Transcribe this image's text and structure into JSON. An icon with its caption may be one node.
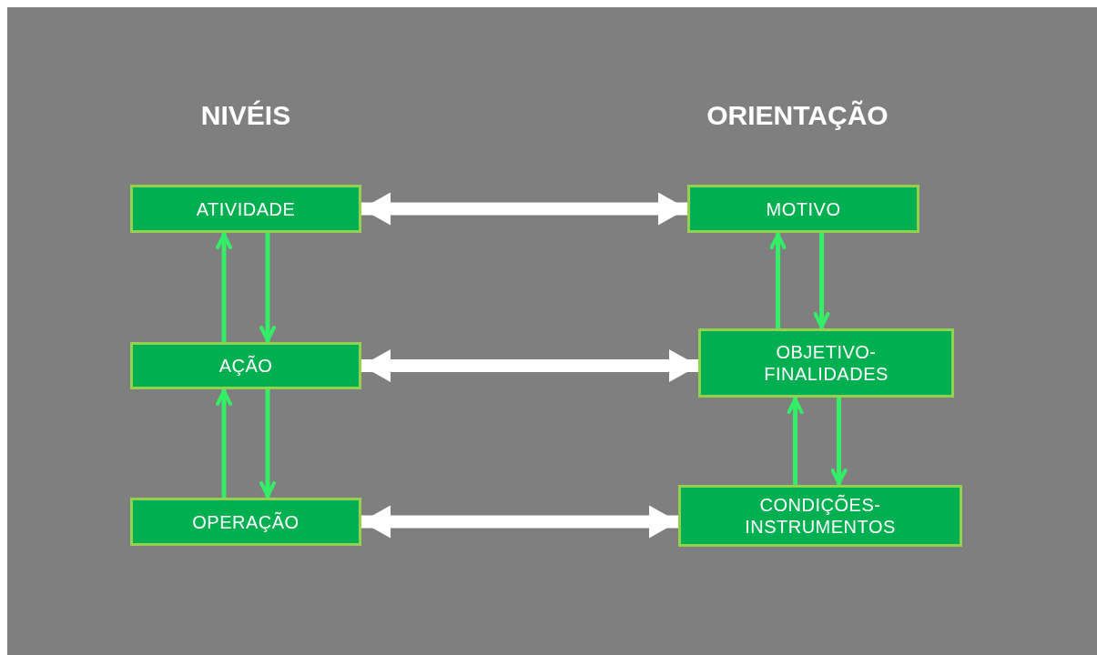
{
  "diagram": {
    "nodes": [
      {
        "text": [
          "ATIVIDADE"
        ]
      },
      {
        "text": [
          "MOTIVO"
        ]
      },
      {
        "text": [
          "AÇÃO"
        ]
      },
      {
        "text": [
          "OBJETIVO- FINALIDADES"
        ]
      },
      {
        "text": [
          "OPERAÇÃO"
        ]
      },
      {
        "text": [
          "CONDIÇÕES- INSTRUMENTOS"
        ]
      }
    ],
    "edges": [
      {
        "from": 0,
        "to": 1,
        "arrow": "both",
        "style": "thick",
        "color": "#ffffff"
      },
      {
        "from": 2,
        "to": 0,
        "arrow": "to"
      },
      {
        "from": 0,
        "to": 2,
        "arrow": "to"
      },
      {
        "from": 3,
        "to": 1,
        "arrow": "to"
      },
      {
        "from": 1,
        "to": 3,
        "arrow": "to"
      },
      {
        "from": 2,
        "to": 3,
        "arrow": "both",
        "style": "thick",
        "color": "#ffffff"
      },
      {
        "from": 4,
        "to": 2,
        "arrow": "to"
      },
      {
        "from": 2,
        "to": 4,
        "arrow": "to"
      },
      {
        "from": 5,
        "to": 3,
        "arrow": "to"
      },
      {
        "from": 3,
        "to": 5,
        "arrow": "to"
      },
      {
        "from": 4,
        "to": 5,
        "arrow": "both",
        "style": "thick",
        "color": "#ffffff"
      }
    ],
    "labels": [
      "NIVÉIS",
      "ORIENTAÇÃO"
    ]
  }
}
